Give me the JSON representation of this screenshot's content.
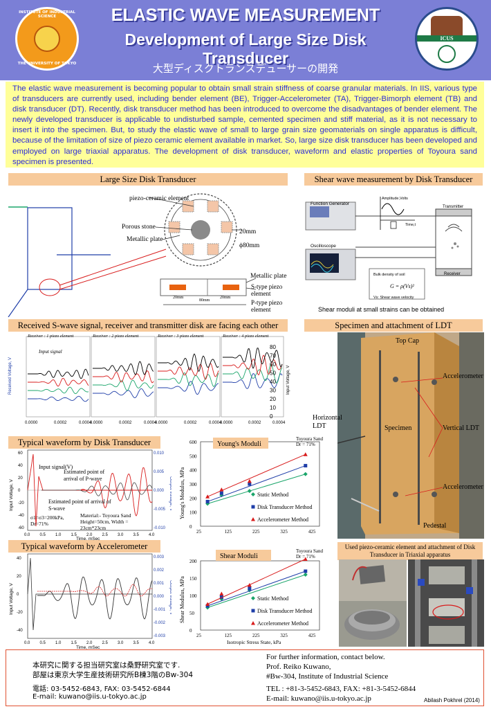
{
  "header": {
    "title_line1": "ELASTIC WAVE MEASUREMENT",
    "title_line2": "Development of Large Size Disk Transducer",
    "title_jp": "大型ディスクトランスデューサーの開発",
    "logo_left_text_top": "INSTITUTE OF INDUSTRIAL SCIENCE",
    "logo_left_text_bottom": "THE UNIVERSITY OF TOKYO",
    "logo_right_text": "ICUS",
    "bg_color": "#7b7fd6"
  },
  "abstract": {
    "text": "The elastic wave measurement is becoming popular to obtain small strain stiffness of coarse granular materials. In IIS, various type of transducers are currently used, including bender element (BE), Trigger-Accelerometer (TA), Trigger-Bimorph element (TB) and disk transducer (DT). Recently, disk transducer method has been introduced to overcome the disadvantages of bender element. The newly developed transducer is applicable to undisturbed sample, cemented specimen and stiff material, as it is not necessary to insert it into the specimen. But, to study the elastic wave of small to large grain size geomaterials on single apparatus is difficult, because of the limitation of size of piezo ceramic element available in market. So, large size disk transducer has been developed and employed on large triaxial apparatus. The development of disk transducer, waveform and elastic properties of Toyoura sand specimen is presented.",
    "bg_color": "#ffff99",
    "text_color": "#2b2bd6"
  },
  "sections": {
    "large_disk": "Large Size Disk Transducer",
    "shear_wave": "Shear wave measurement by Disk Transducer",
    "received": "Received S-wave signal, receiver and transmitter disk are facing each other",
    "specimen": "Specimen and attachment of LDT",
    "typical_dt": "Typical waveform by Disk Transducer",
    "typical_acc": "Typical waveform by Accelerometer",
    "used_piezo": "Used piezo-ceramic element and  attachment of Disk Transducer in Triaxial apparatus",
    "youngs_title": "Young's Moduli",
    "shear_title": "Shear Moduli",
    "section_color": "#f7ca9b"
  },
  "disk_diagram": {
    "piezo_label": "piezo-ceramic element",
    "porous": "Porous stone",
    "metallic": "Metallic plate",
    "dim_20": "20mm",
    "dim_80": "ϕ80mm",
    "metallic_plate2": "Metallic plate",
    "s_type": "S-type piezo element",
    "p_type": "P-type piezo element",
    "d20a": "20mm",
    "d80": "80mm",
    "d20b": "20mm"
  },
  "shear_setup": {
    "function_generator": "Function Generator",
    "amplitude": "Amplitude,Volts",
    "time": "Time,t",
    "transmitter": "Transmitter",
    "oscilloscope": "Oscilloscope",
    "receiver": "Receiver",
    "bulk_density": "Bulk density of soil",
    "formula": "G = ρ(V",
    "vs": "Vs: Shear wave velocity",
    "caption": "Shear moduli at small strains can be obtained"
  },
  "received": {
    "receivers": [
      "Receiver : 1 piezo element",
      "Receiver : 2 piezo element",
      "Receiver : 3 piezo element",
      "Receiver : 4 piezo element"
    ],
    "input_signal": "Input signal",
    "y_right_ticks": [
      "80",
      "70",
      "60",
      "50",
      "40",
      "30",
      "20",
      "10",
      "0"
    ],
    "y_right_label": "Input Voltage, V",
    "y_left_label": "Received Voltage, V",
    "x_ticks": [
      "0.0000",
      "0.0002",
      "0.0004",
      "0.0000",
      "0.0002",
      "0.0004",
      "0.0000",
      "0.0002",
      "0.0004",
      "0.0000",
      "0.0002",
      "0.0004"
    ]
  },
  "dt_wave": {
    "input_label": "Input signal(V)",
    "est_p": "Estimated point of arrival of P-wave",
    "est_s": "Estimated point of arrival of S-wave",
    "sigma": "σ1=σ3=200kPa, Dr=71%",
    "material": "Material:- Toyoura Sand Height=50cm, Width = 23cm*23cm",
    "x_label": "Time, mSec",
    "y_left": "Input Voltage, V",
    "y_right": "Output voltage, V",
    "x_ticks": [
      "0.0",
      "0.5",
      "1.0",
      "1.5",
      "2.0",
      "2.5",
      "3.0",
      "3.5",
      "4.0"
    ],
    "y_left_ticks": [
      "60",
      "40",
      "20",
      "0",
      "-20",
      "-40",
      "-60"
    ],
    "y_right_ticks": [
      "0.010",
      "0.005",
      "0.000",
      "-0.005",
      "-0.010"
    ]
  },
  "acc_wave": {
    "x_label": "Time, mSec",
    "y_left": "Input Voltage, V",
    "y_right": "Output voltage, V",
    "x_ticks": [
      "0.0",
      "0.5",
      "1.0",
      "1.5",
      "2.0",
      "2.5",
      "3.0",
      "3.5",
      "4.0"
    ],
    "y_left_ticks": [
      "40",
      "20",
      "0",
      "-20",
      "-40"
    ],
    "y_right_ticks": [
      "0.003",
      "0.002",
      "0.001",
      "0.000",
      "-0.001",
      "-0.002",
      "-0.003"
    ]
  },
  "chart_data": [
    {
      "type": "scatter",
      "title": "Young's Moduli",
      "annotation": "Toyoura Sand Dr = 71%",
      "xlabel": "",
      "ylabel": "Young's Modulus, MPa",
      "xlim": [
        25,
        450
      ],
      "ylim": [
        0,
        600
      ],
      "x_ticks": [
        "25",
        "125",
        "225",
        "325",
        "425"
      ],
      "y_ticks": [
        "600",
        "500",
        "400",
        "300",
        "200",
        "100",
        "0"
      ],
      "series": [
        {
          "name": "Static Method",
          "x": [
            50,
            100,
            200,
            400
          ],
          "values": [
            160,
            220,
            250,
            370
          ],
          "color": "#1aa56a"
        },
        {
          "name": "Disk Transducer Method",
          "x": [
            50,
            100,
            200,
            400
          ],
          "values": [
            175,
            235,
            300,
            430
          ],
          "color": "#1f3ea8"
        },
        {
          "name": "Accelerometer Method",
          "x": [
            50,
            100,
            200,
            400
          ],
          "values": [
            210,
            260,
            320,
            510
          ],
          "color": "#d81b1b"
        }
      ]
    },
    {
      "type": "scatter",
      "title": "Shear Moduli",
      "annotation": "Toyoura Sand Dr = 71%",
      "xlabel": "Isotropic Stress State, kPa",
      "ylabel": "Shear Modulus, MPa",
      "xlim": [
        25,
        450
      ],
      "ylim": [
        0,
        200
      ],
      "x_ticks": [
        "25",
        "125",
        "225",
        "325",
        "425"
      ],
      "y_ticks": [
        "200",
        "150",
        "100",
        "50",
        "0"
      ],
      "series": [
        {
          "name": "Static Method",
          "x": [
            50,
            100,
            200,
            400
          ],
          "values": [
            65,
            90,
            115,
            160
          ],
          "color": "#1aa56a"
        },
        {
          "name": "Disk Transducer Method",
          "x": [
            50,
            100,
            200,
            400
          ],
          "values": [
            70,
            95,
            120,
            170
          ],
          "color": "#1f3ea8"
        },
        {
          "name": "Accelerometer Method",
          "x": [
            50,
            100,
            200,
            400
          ],
          "values": [
            75,
            105,
            130,
            205
          ],
          "color": "#d81b1b"
        }
      ]
    }
  ],
  "specimen_labels": {
    "top_cap": "Top Cap",
    "accel1": "Accelerometer",
    "horizontal": "Horizontal LDT",
    "specimen": "Specimen",
    "vertical": "Vertical LDT",
    "accel2": "Accelerometer",
    "pedestal": "Pedestal"
  },
  "footer": {
    "jp1": "本研究に関する担当研究室は桑野研究室です.",
    "jp2": "部屋は東京大学生産技術研究所B棟3階のBw-304",
    "jp3": "電話: 03-5452-6843, FAX: 03-5452-6844",
    "jp4": "E-mail: kuwano@iis.u-tokyo.ac.jp",
    "en1": "For further information, contact below.",
    "en2": "Prof. Reiko Kuwano,",
    "en3": "#Bw-304, Institute of Industrial Science",
    "en4": "TEL : +81-3-5452-6843,  FAX: +81-3-5452-6844",
    "en5": "E-mail: kuwano@iis.u-tokyo.ac.jp",
    "author": "Abilash Pokhrel (2014)"
  }
}
